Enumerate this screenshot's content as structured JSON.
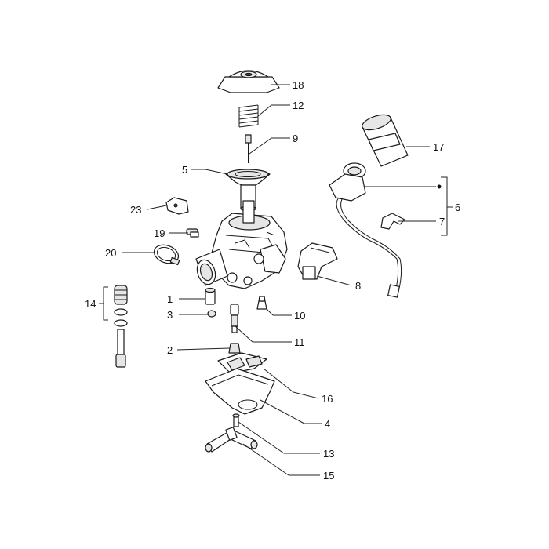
{
  "callouts": [
    {
      "id": "c18",
      "label": "18"
    },
    {
      "id": "c12",
      "label": "12"
    },
    {
      "id": "c9",
      "label": "9"
    },
    {
      "id": "c5",
      "label": "5"
    },
    {
      "id": "c17",
      "label": "17"
    },
    {
      "id": "c6",
      "label": "6"
    },
    {
      "id": "c7",
      "label": "7"
    },
    {
      "id": "c23",
      "label": "23"
    },
    {
      "id": "c19",
      "label": "19"
    },
    {
      "id": "c20",
      "label": "20"
    },
    {
      "id": "c8",
      "label": "8"
    },
    {
      "id": "c14",
      "label": "14"
    },
    {
      "id": "c1",
      "label": "1"
    },
    {
      "id": "c3",
      "label": "3"
    },
    {
      "id": "c10",
      "label": "10"
    },
    {
      "id": "c11",
      "label": "11"
    },
    {
      "id": "c2",
      "label": "2"
    },
    {
      "id": "c16",
      "label": "16"
    },
    {
      "id": "c4",
      "label": "4"
    },
    {
      "id": "c13",
      "label": "13"
    },
    {
      "id": "c15",
      "label": "15"
    }
  ]
}
